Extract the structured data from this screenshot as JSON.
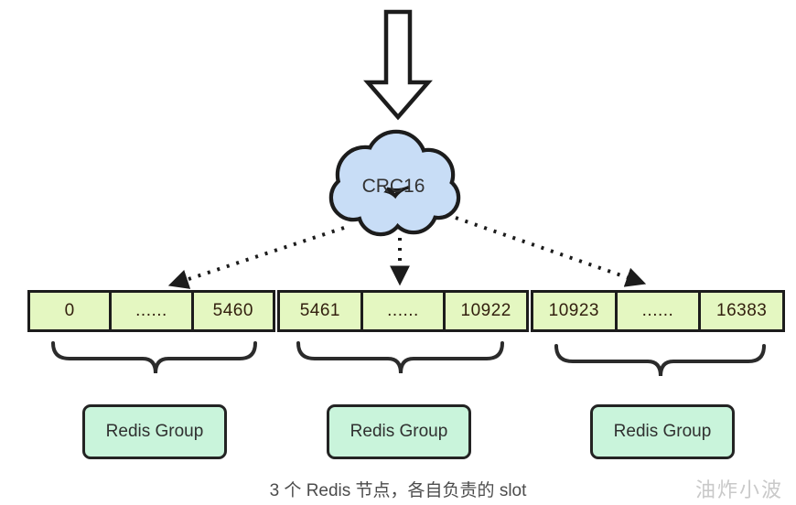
{
  "cloud": {
    "label": "CRC16"
  },
  "bar": {
    "groups": [
      {
        "cells": [
          "0",
          "......",
          "5460"
        ]
      },
      {
        "cells": [
          "5461",
          "......",
          "10922"
        ]
      },
      {
        "cells": [
          "10923",
          "......",
          "16383"
        ]
      }
    ]
  },
  "redis_groups": [
    {
      "label": "Redis Group"
    },
    {
      "label": "Redis Group"
    },
    {
      "label": "Redis Group"
    }
  ],
  "caption": {
    "text": "3 个 Redis 节点，各自负责的 slot"
  },
  "watermark": {
    "text": "油炸小波"
  },
  "colors": {
    "slot_cell_fill": "#e4f7c1",
    "cloud_fill": "#c8ddf6",
    "redis_box_fill": "#c9f4db",
    "outline": "#1c1c1c",
    "slot_text": "#33200f",
    "caption_text": "#4c4c4c",
    "watermark_text": "#c9c9c9"
  }
}
